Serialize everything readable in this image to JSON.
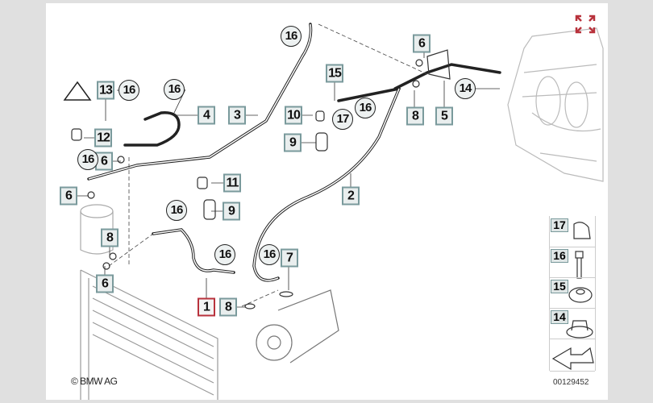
{
  "diagram": {
    "copyright": "© BMW AG",
    "diagram_id": "00129452",
    "expand_icon": "expand-arrows-icon",
    "accent_color": "#b8323c",
    "callouts_square": [
      {
        "id": "sq13",
        "label": "13"
      },
      {
        "id": "sq12",
        "label": "12"
      },
      {
        "id": "sq6a",
        "label": "6"
      },
      {
        "id": "sq6b",
        "label": "6"
      },
      {
        "id": "sq4",
        "label": "4"
      },
      {
        "id": "sq3",
        "label": "3"
      },
      {
        "id": "sq15",
        "label": "15"
      },
      {
        "id": "sq10",
        "label": "10"
      },
      {
        "id": "sq9a",
        "label": "9"
      },
      {
        "id": "sq11",
        "label": "11"
      },
      {
        "id": "sq9b",
        "label": "9"
      },
      {
        "id": "sq2",
        "label": "2"
      },
      {
        "id": "sq6c",
        "label": "6"
      },
      {
        "id": "sq8a",
        "label": "8"
      },
      {
        "id": "sq5",
        "label": "5"
      },
      {
        "id": "sq8b",
        "label": "8"
      },
      {
        "id": "sq6d",
        "label": "6"
      },
      {
        "id": "sq1",
        "label": "1"
      },
      {
        "id": "sq8c",
        "label": "8"
      },
      {
        "id": "sq7",
        "label": "7"
      }
    ],
    "callouts_circle": [
      {
        "id": "c16a",
        "label": "16"
      },
      {
        "id": "c16b",
        "label": "16"
      },
      {
        "id": "c16c",
        "label": "16"
      },
      {
        "id": "c16d",
        "label": "16"
      },
      {
        "id": "c17",
        "label": "17"
      },
      {
        "id": "c16e",
        "label": "16"
      },
      {
        "id": "c14",
        "label": "14"
      },
      {
        "id": "c16f",
        "label": "16"
      },
      {
        "id": "c16g",
        "label": "16"
      },
      {
        "id": "c16h",
        "label": "16"
      }
    ],
    "legend": [
      {
        "label": "17",
        "icon": "clip-icon"
      },
      {
        "label": "16",
        "icon": "bolt-icon"
      },
      {
        "label": "15",
        "icon": "nut-icon"
      },
      {
        "label": "14",
        "icon": "flange-nut-icon"
      }
    ]
  }
}
